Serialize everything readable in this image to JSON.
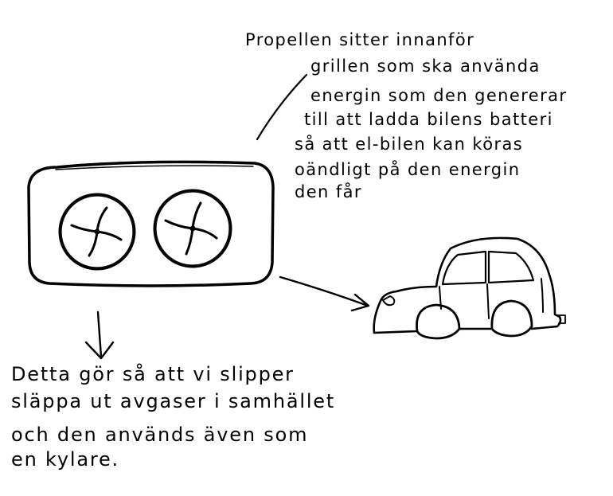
{
  "propeller_note": {
    "lines": [
      "Propellen sitter innanför",
      "grillen som ska använda",
      "energin som den genererar",
      "till att ladda bilens batteri",
      "så att el-bilen kan köras",
      "oändligt på den energin",
      "den får"
    ]
  },
  "exhaust_note": {
    "lines": [
      "Detta gör så att vi slipper",
      "släppa ut avgaser i samhället",
      "och den används även som",
      "en kylare."
    ]
  }
}
